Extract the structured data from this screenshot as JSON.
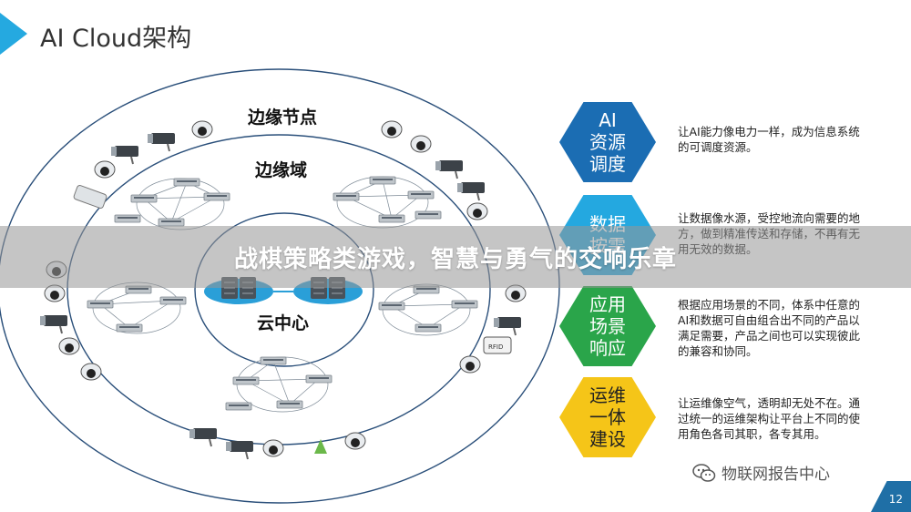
{
  "slide": {
    "title": "AI Cloud架构",
    "page_number": "12",
    "accent_color": "#25a9e0"
  },
  "diagram": {
    "edge_node_label": "边缘节点",
    "edge_domain_label": "边缘域",
    "cloud_center_label": "云中心",
    "rfid_tag": "RFID"
  },
  "features": [
    {
      "title": "AI\n资源\n调度",
      "color": "#1b6db3",
      "text_color": "#ffffff",
      "desc": "让AI能力像电力一样，成为信息系统的可调度资源。"
    },
    {
      "title": "数据\n按需",
      "color": "#24a8e0",
      "text_color": "#ffffff",
      "desc": "让数据像水源，受控地流向需要的地方，做到精准传送和存储，不再有无用无效的数据。"
    },
    {
      "title": "应用\n场景\n响应",
      "color": "#2aa54a",
      "text_color": "#ffffff",
      "desc": "根据应用场景的不同，体系中任意的AI和数据可自由组合出不同的产品以满足需要，产品之间也可以实现彼此的兼容和协同。"
    },
    {
      "title": "运维\n一体\n建设",
      "color": "#f5c518",
      "text_color": "#222222",
      "desc": "让运维像空气，透明却无处不在。通过统一的运维架构让平台上不同的使用角色各司其职，各专其用。"
    }
  ],
  "overlay": {
    "banner_text": "战棋策略类游戏，智慧与勇气的交响乐章",
    "watermark_text": "物联网报告中心"
  }
}
